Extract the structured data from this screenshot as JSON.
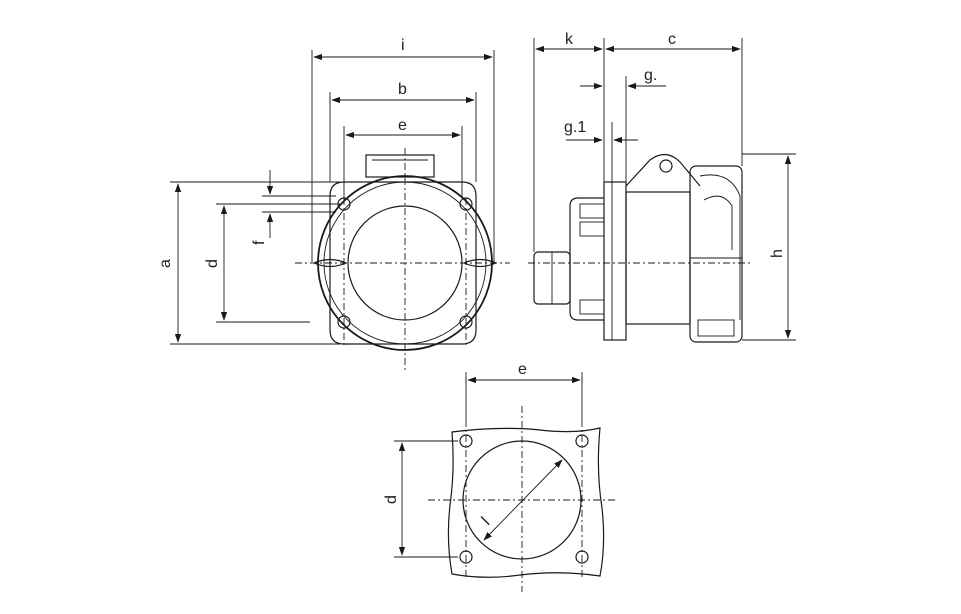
{
  "dimension_labels": {
    "i": "i",
    "b": "b",
    "e_top": "e",
    "a": "a",
    "d_front": "d",
    "f": "f",
    "k": "k",
    "c": "c",
    "g": "g.",
    "g1": "g.1",
    "h": "h",
    "e_bottom": "e",
    "d_bottom": "d",
    "l": "l"
  },
  "colors": {
    "line": "#1a1a1a",
    "text": "#222222",
    "background": "#ffffff"
  }
}
